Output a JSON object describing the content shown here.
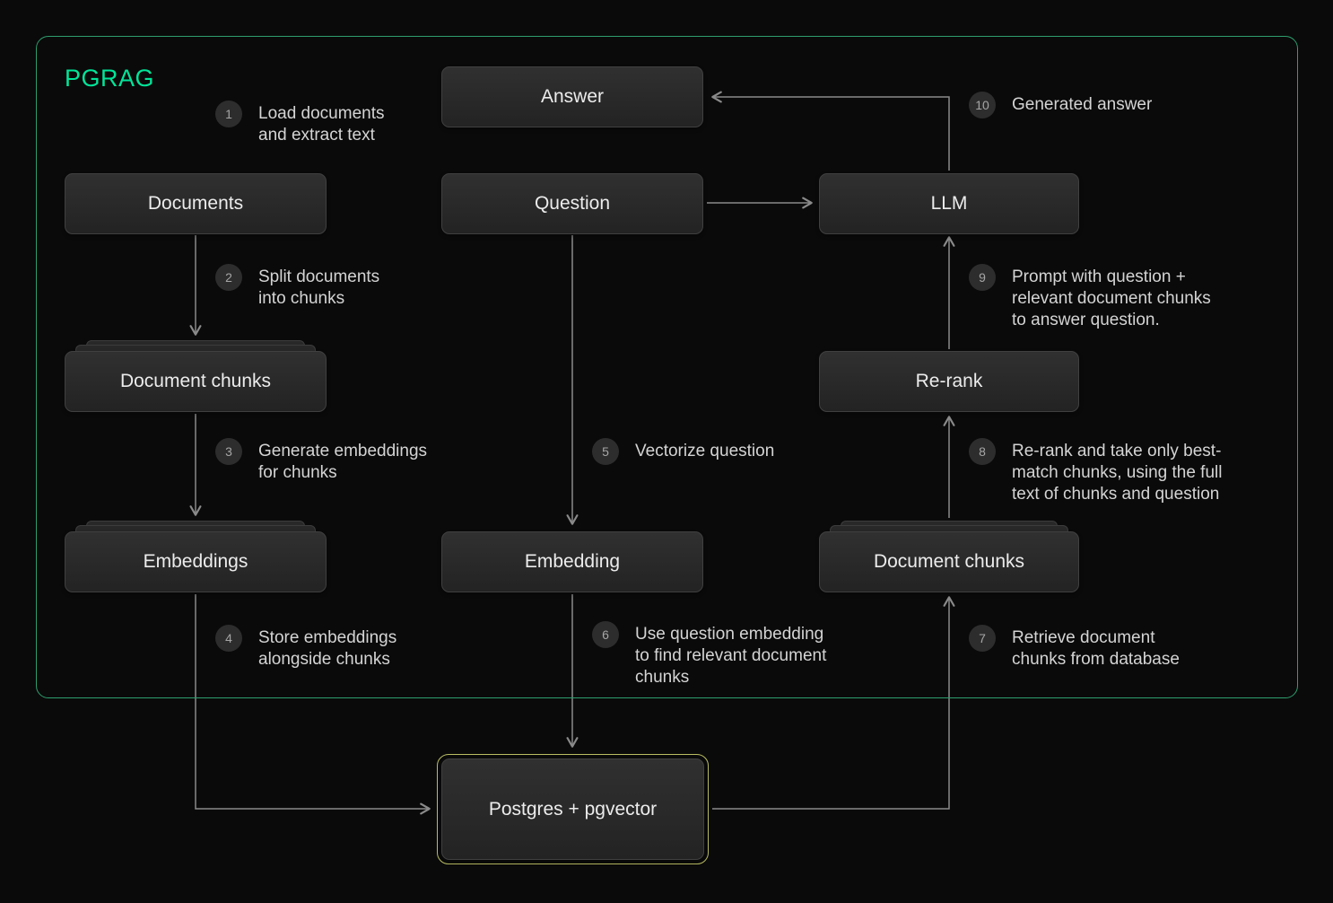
{
  "diagram": {
    "title": "PGRAG",
    "colors": {
      "accent_green": "#00E599",
      "frame_border": "#2E9E6E",
      "postgres_highlight": "#B9BD62",
      "arrow": "#8A8A8A",
      "background": "#0A0A0A"
    },
    "nodes": {
      "answer": {
        "label": "Answer"
      },
      "documents": {
        "label": "Documents"
      },
      "question": {
        "label": "Question"
      },
      "llm": {
        "label": "LLM"
      },
      "document_chunks_left": {
        "label": "Document chunks"
      },
      "rerank": {
        "label": "Re-rank"
      },
      "embeddings": {
        "label": "Embeddings"
      },
      "embedding": {
        "label": "Embedding"
      },
      "document_chunks_right": {
        "label": "Document chunks"
      },
      "postgres": {
        "label": "Postgres + pgvector"
      }
    },
    "steps": [
      {
        "num": "1",
        "text": "Load documents\nand extract text"
      },
      {
        "num": "2",
        "text": "Split documents\ninto chunks"
      },
      {
        "num": "3",
        "text": "Generate embeddings\nfor chunks"
      },
      {
        "num": "4",
        "text": "Store embeddings\nalongside chunks"
      },
      {
        "num": "5",
        "text": "Vectorize question"
      },
      {
        "num": "6",
        "text": "Use question embedding\nto find relevant document\nchunks"
      },
      {
        "num": "7",
        "text": "Retrieve document\nchunks from database"
      },
      {
        "num": "8",
        "text": "Re-rank and take only best-\nmatch chunks, using the full\ntext of chunks and question"
      },
      {
        "num": "9",
        "text": "Prompt with question +\nrelevant document chunks\nto answer question."
      },
      {
        "num": "10",
        "text": "Generated answer"
      }
    ]
  }
}
